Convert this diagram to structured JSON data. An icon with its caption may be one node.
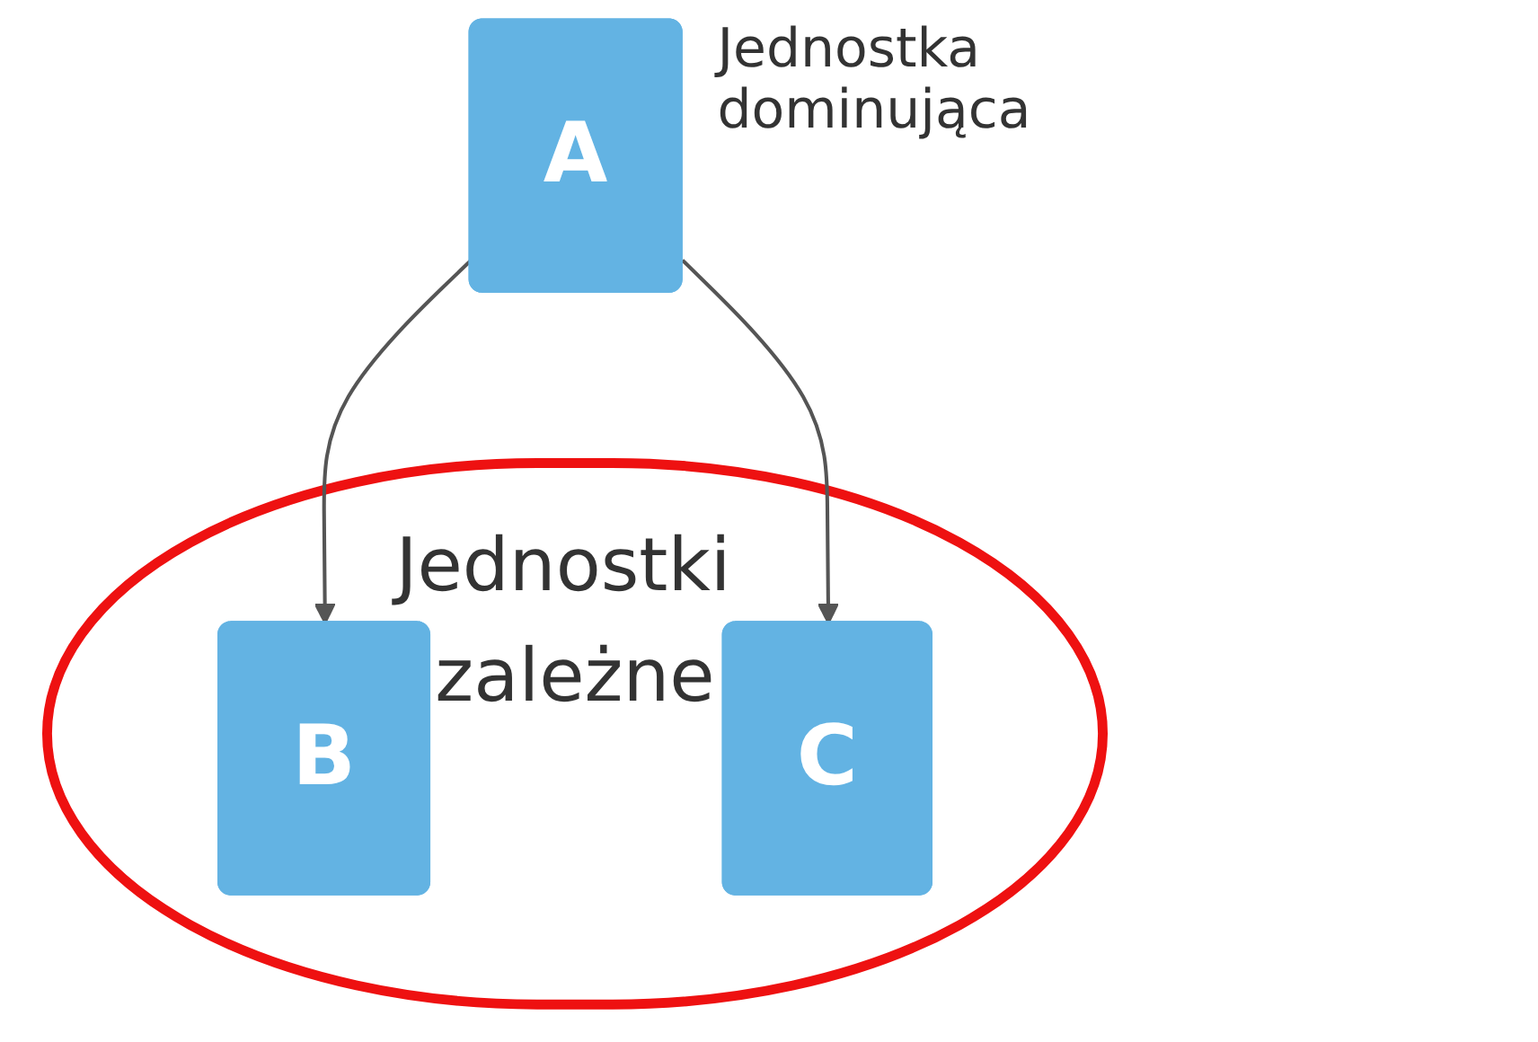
{
  "diagram": {
    "nodes": [
      {
        "text": [
          "A"
        ],
        "beside": [
          "Jednostka dominująca"
        ]
      },
      {
        "text": [
          "Jednostki zależne"
        ]
      },
      {
        "text": [
          "B"
        ],
        "in": 1
      },
      {
        "text": [
          "C"
        ],
        "in": 1
      }
    ],
    "edges": [
      {
        "from": 0,
        "to": 2,
        "arrow": "to"
      },
      {
        "from": 0,
        "to": 3,
        "arrow": "to"
      }
    ]
  }
}
